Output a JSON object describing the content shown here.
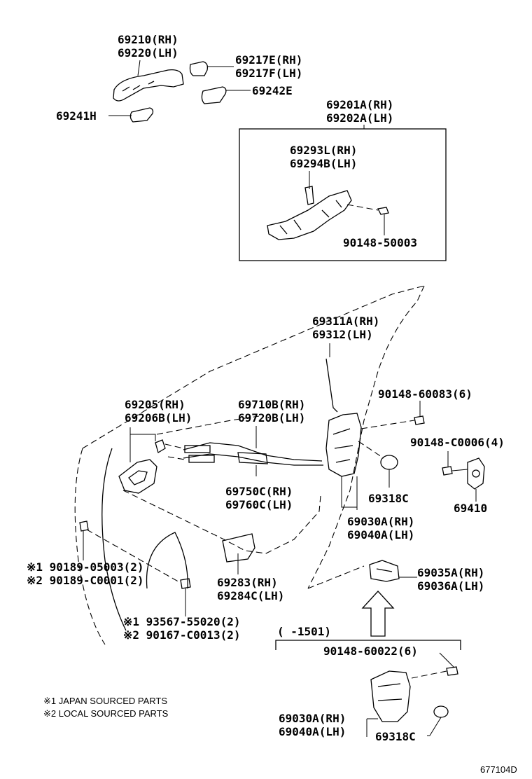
{
  "labels": {
    "p69210": "69210(RH)",
    "p69220": "69220(LH)",
    "p69217E": "69217E(RH)",
    "p69217F": "69217F(LH)",
    "p69242E": "69242E",
    "p69241H": "69241H",
    "p69201A": "69201A(RH)",
    "p69202A": "69202A(LH)",
    "p69293L": "69293L(RH)",
    "p69294B": "69294B(LH)",
    "p90148_50003": "90148-50003",
    "p69311A": "69311A(RH)",
    "p69312": "69312(LH)",
    "p90148_60083": "90148-60083(6)",
    "p69205": "69205(RH)",
    "p69206B": "69206B(LH)",
    "p69710B": "69710B(RH)",
    "p69720B": "69720B(LH)",
    "p90148_C0006": "90148-C0006(4)",
    "p69318C_a": "69318C",
    "p69410": "69410",
    "p69750C": "69750C(RH)",
    "p69760C": "69760C(LH)",
    "p69030A_a": "69030A(RH)",
    "p69040A_a": "69040A(LH)",
    "p90189_05003": "※1 90189-05003(2)",
    "p90189_C0001": "※2 90189-C0001(2)",
    "p69283": "69283(RH)",
    "p69284C": "69284C(LH)",
    "p69035A": "69035A(RH)",
    "p69036A": "69036A(LH)",
    "p93567": "※1 93567-55020(2)",
    "p90167": "※2 90167-C0013(2)",
    "range": "(    -1501)",
    "p90148_60022": "90148-60022(6)",
    "p69030A_b": "69030A(RH)",
    "p69040A_b": "69040A(LH)",
    "p69318C_b": "69318C",
    "note1": "※1 JAPAN SOURCED PARTS",
    "note2": "※2 LOCAL SOURCED PARTS",
    "figure_id": "677104D"
  }
}
